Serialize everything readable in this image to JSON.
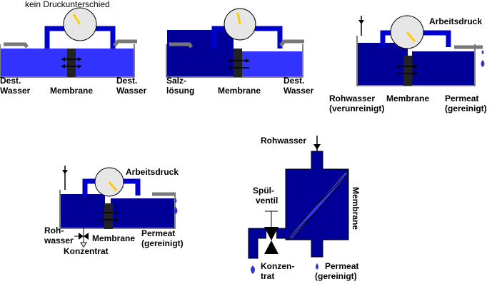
{
  "colors": {
    "water_light": "#3333ff",
    "water_dark": "#000099",
    "pipe": "#0000cc",
    "membrane": "#222222",
    "gauge_face": "#e6e6e6",
    "needle": "#ffcc00",
    "drop": "#3333cc",
    "outline": "#000000"
  },
  "panel1": {
    "title": "kein Druckunterschied",
    "left_label": [
      "Dest.",
      "Wasser"
    ],
    "center_label": "Membrane",
    "right_label": [
      "Dest.",
      "Wasser"
    ]
  },
  "panel2": {
    "left_label": [
      "Salz-",
      "lösung"
    ],
    "center_label": "Membrane",
    "right_label": [
      "Dest.",
      "Wasser"
    ]
  },
  "panel3": {
    "pressure_label": "Arbeitsdruck",
    "left_label": [
      "Rohwasser",
      "(verunreinigt)"
    ],
    "center_label": "Membrane",
    "right_label": [
      "Permeat",
      "(gereinigt)"
    ]
  },
  "panel4": {
    "pressure_label": "Arbeitsdruck",
    "left_label": [
      "Roh-",
      "wasser"
    ],
    "center_label": "Membrane",
    "bottom_label": "Konzentrat",
    "right_label": [
      "Permeat",
      "(gereinigt)"
    ]
  },
  "panel5": {
    "top_label": "Rohwasser",
    "valve_label": [
      "Spül-",
      "ventil"
    ],
    "membrane_label": "Membrane",
    "bottom_left_label": [
      "Konzen-",
      "trat"
    ],
    "bottom_right_label": [
      "Permeat",
      "(gereinigt)"
    ]
  }
}
